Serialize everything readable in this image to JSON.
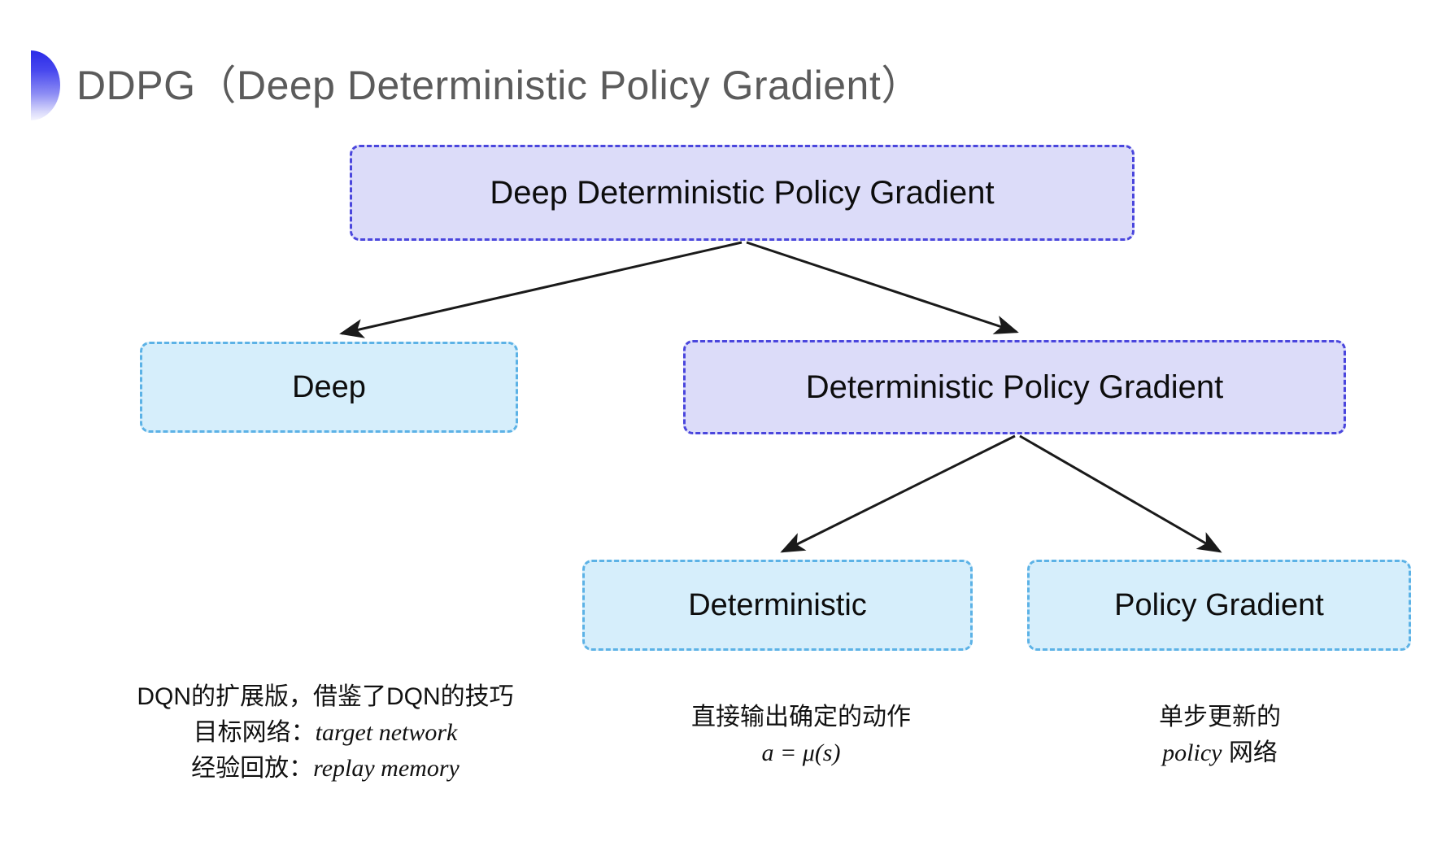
{
  "slide": {
    "title": "DDPG（Deep Deterministic Policy Gradient）",
    "background_color": "#ffffff",
    "title_color": "#5b5b5b",
    "bullet_gradient_top": "#2a2ae8",
    "bullet_gradient_bottom": "#f4f4fe"
  },
  "colors": {
    "purple_fill": "#dcdcf9",
    "purple_border": "#4a46dd",
    "blue_fill": "#d6eefb",
    "blue_border": "#5cb2e6",
    "arrow": "#1a1a1a"
  },
  "nodes": {
    "root": {
      "label": "Deep Deterministic Policy Gradient",
      "style": "purple"
    },
    "deep": {
      "label": "Deep",
      "style": "blue"
    },
    "dpg": {
      "label": "Deterministic Policy Gradient",
      "style": "purple"
    },
    "deterministic": {
      "label": "Deterministic",
      "style": "blue"
    },
    "policy_gradient": {
      "label": "Policy Gradient",
      "style": "blue"
    }
  },
  "annotations": {
    "deep": {
      "line1": "DQN的扩展版，借鉴了DQN的技巧",
      "line2_label": "目标网络：",
      "line2_term": "target network",
      "line3_label": "经验回放：",
      "line3_term": "replay memory"
    },
    "deterministic": {
      "line1": "直接输出确定的动作",
      "formula": "a = μ(s)"
    },
    "policy_gradient": {
      "line1": "单步更新的",
      "line2_term": "policy",
      "line2_suffix": " 网络"
    }
  },
  "edges": [
    {
      "from": "root",
      "to": "deep"
    },
    {
      "from": "root",
      "to": "dpg"
    },
    {
      "from": "dpg",
      "to": "deterministic"
    },
    {
      "from": "dpg",
      "to": "policy_gradient"
    }
  ]
}
